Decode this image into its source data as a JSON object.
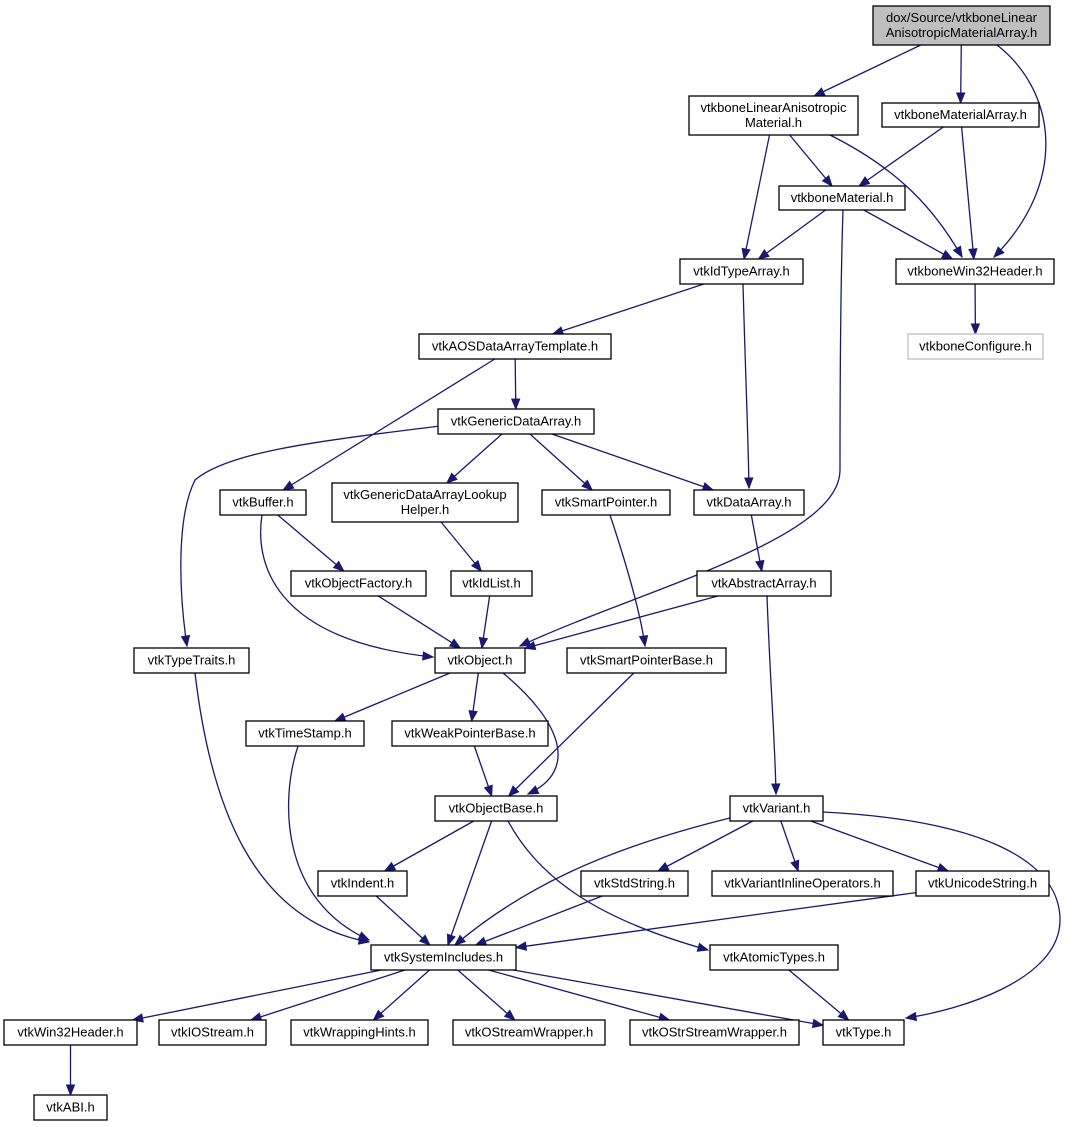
{
  "graph": {
    "title": "Include dependency graph",
    "nodes": [
      {
        "id": "root",
        "lines": [
          "dox/Source/vtkboneLinear",
          "AnisotropicMaterialArray.h"
        ],
        "kind": "root"
      },
      {
        "id": "vtkboneLinearAnisotropicMaterial",
        "lines": [
          "vtkboneLinearAnisotropic",
          "Material.h"
        ]
      },
      {
        "id": "vtkboneMaterialArray",
        "lines": [
          "vtkboneMaterialArray.h"
        ]
      },
      {
        "id": "vtkboneMaterial",
        "lines": [
          "vtkboneMaterial.h"
        ]
      },
      {
        "id": "vtkIdTypeArray",
        "lines": [
          "vtkIdTypeArray.h"
        ]
      },
      {
        "id": "vtkboneWin32Header",
        "lines": [
          "vtkboneWin32Header.h"
        ]
      },
      {
        "id": "vtkboneConfigure",
        "lines": [
          "vtkboneConfigure.h"
        ],
        "kind": "external"
      },
      {
        "id": "vtkAOSDataArrayTemplate",
        "lines": [
          "vtkAOSDataArrayTemplate.h"
        ]
      },
      {
        "id": "vtkGenericDataArray",
        "lines": [
          "vtkGenericDataArray.h"
        ]
      },
      {
        "id": "vtkBuffer",
        "lines": [
          "vtkBuffer.h"
        ]
      },
      {
        "id": "vtkGenericDataArrayLookupHelper",
        "lines": [
          "vtkGenericDataArrayLookup",
          "Helper.h"
        ]
      },
      {
        "id": "vtkSmartPointer",
        "lines": [
          "vtkSmartPointer.h"
        ]
      },
      {
        "id": "vtkDataArray",
        "lines": [
          "vtkDataArray.h"
        ]
      },
      {
        "id": "vtkObjectFactory",
        "lines": [
          "vtkObjectFactory.h"
        ]
      },
      {
        "id": "vtkIdList",
        "lines": [
          "vtkIdList.h"
        ]
      },
      {
        "id": "vtkAbstractArray",
        "lines": [
          "vtkAbstractArray.h"
        ]
      },
      {
        "id": "vtkTypeTraits",
        "lines": [
          "vtkTypeTraits.h"
        ]
      },
      {
        "id": "vtkObject",
        "lines": [
          "vtkObject.h"
        ]
      },
      {
        "id": "vtkSmartPointerBase",
        "lines": [
          "vtkSmartPointerBase.h"
        ]
      },
      {
        "id": "vtkTimeStamp",
        "lines": [
          "vtkTimeStamp.h"
        ]
      },
      {
        "id": "vtkWeakPointerBase",
        "lines": [
          "vtkWeakPointerBase.h"
        ]
      },
      {
        "id": "vtkObjectBase",
        "lines": [
          "vtkObjectBase.h"
        ]
      },
      {
        "id": "vtkVariant",
        "lines": [
          "vtkVariant.h"
        ]
      },
      {
        "id": "vtkIndent",
        "lines": [
          "vtkIndent.h"
        ]
      },
      {
        "id": "vtkStdString",
        "lines": [
          "vtkStdString.h"
        ]
      },
      {
        "id": "vtkVariantInlineOperators",
        "lines": [
          "vtkVariantInlineOperators.h"
        ]
      },
      {
        "id": "vtkUnicodeString",
        "lines": [
          "vtkUnicodeString.h"
        ]
      },
      {
        "id": "vtkSystemIncludes",
        "lines": [
          "vtkSystemIncludes.h"
        ]
      },
      {
        "id": "vtkAtomicTypes",
        "lines": [
          "vtkAtomicTypes.h"
        ]
      },
      {
        "id": "vtkWin32Header",
        "lines": [
          "vtkWin32Header.h"
        ]
      },
      {
        "id": "vtkIOStream",
        "lines": [
          "vtkIOStream.h"
        ]
      },
      {
        "id": "vtkWrappingHints",
        "lines": [
          "vtkWrappingHints.h"
        ]
      },
      {
        "id": "vtkOStreamWrapper",
        "lines": [
          "vtkOStreamWrapper.h"
        ]
      },
      {
        "id": "vtkOStrStreamWrapper",
        "lines": [
          "vtkOStrStreamWrapper.h"
        ]
      },
      {
        "id": "vtkType",
        "lines": [
          "vtkType.h"
        ]
      },
      {
        "id": "vtkABI",
        "lines": [
          "vtkABI.h"
        ]
      }
    ],
    "edges": [
      [
        "root",
        "vtkboneLinearAnisotropicMaterial"
      ],
      [
        "root",
        "vtkboneMaterialArray"
      ],
      [
        "root",
        "vtkboneWin32Header"
      ],
      [
        "vtkboneLinearAnisotropicMaterial",
        "vtkboneMaterial"
      ],
      [
        "vtkboneLinearAnisotropicMaterial",
        "vtkIdTypeArray"
      ],
      [
        "vtkboneLinearAnisotropicMaterial",
        "vtkboneWin32Header"
      ],
      [
        "vtkboneMaterialArray",
        "vtkboneMaterial"
      ],
      [
        "vtkboneMaterialArray",
        "vtkboneWin32Header"
      ],
      [
        "vtkboneMaterial",
        "vtkIdTypeArray"
      ],
      [
        "vtkboneMaterial",
        "vtkboneWin32Header"
      ],
      [
        "vtkboneMaterial",
        "vtkObject"
      ],
      [
        "vtkboneWin32Header",
        "vtkboneConfigure"
      ],
      [
        "vtkIdTypeArray",
        "vtkAOSDataArrayTemplate"
      ],
      [
        "vtkIdTypeArray",
        "vtkDataArray"
      ],
      [
        "vtkAOSDataArrayTemplate",
        "vtkGenericDataArray"
      ],
      [
        "vtkAOSDataArrayTemplate",
        "vtkBuffer"
      ],
      [
        "vtkGenericDataArray",
        "vtkGenericDataArrayLookupHelper"
      ],
      [
        "vtkGenericDataArray",
        "vtkSmartPointer"
      ],
      [
        "vtkGenericDataArray",
        "vtkDataArray"
      ],
      [
        "vtkGenericDataArray",
        "vtkTypeTraits"
      ],
      [
        "vtkBuffer",
        "vtkObjectFactory"
      ],
      [
        "vtkBuffer",
        "vtkObject"
      ],
      [
        "vtkGenericDataArrayLookupHelper",
        "vtkIdList"
      ],
      [
        "vtkSmartPointer",
        "vtkSmartPointerBase"
      ],
      [
        "vtkDataArray",
        "vtkAbstractArray"
      ],
      [
        "vtkObjectFactory",
        "vtkObject"
      ],
      [
        "vtkIdList",
        "vtkObject"
      ],
      [
        "vtkAbstractArray",
        "vtkObject"
      ],
      [
        "vtkAbstractArray",
        "vtkVariant"
      ],
      [
        "vtkTypeTraits",
        "vtkSystemIncludes"
      ],
      [
        "vtkObject",
        "vtkTimeStamp"
      ],
      [
        "vtkObject",
        "vtkWeakPointerBase"
      ],
      [
        "vtkObject",
        "vtkObjectBase"
      ],
      [
        "vtkSmartPointerBase",
        "vtkObjectBase"
      ],
      [
        "vtkTimeStamp",
        "vtkSystemIncludes"
      ],
      [
        "vtkWeakPointerBase",
        "vtkObjectBase"
      ],
      [
        "vtkObjectBase",
        "vtkIndent"
      ],
      [
        "vtkObjectBase",
        "vtkSystemIncludes"
      ],
      [
        "vtkObjectBase",
        "vtkAtomicTypes"
      ],
      [
        "vtkVariant",
        "vtkStdString"
      ],
      [
        "vtkVariant",
        "vtkVariantInlineOperators"
      ],
      [
        "vtkVariant",
        "vtkUnicodeString"
      ],
      [
        "vtkVariant",
        "vtkSystemIncludes"
      ],
      [
        "vtkVariant",
        "vtkType"
      ],
      [
        "vtkIndent",
        "vtkSystemIncludes"
      ],
      [
        "vtkStdString",
        "vtkSystemIncludes"
      ],
      [
        "vtkUnicodeString",
        "vtkSystemIncludes"
      ],
      [
        "vtkAtomicTypes",
        "vtkType"
      ],
      [
        "vtkSystemIncludes",
        "vtkWin32Header"
      ],
      [
        "vtkSystemIncludes",
        "vtkIOStream"
      ],
      [
        "vtkSystemIncludes",
        "vtkWrappingHints"
      ],
      [
        "vtkSystemIncludes",
        "vtkOStreamWrapper"
      ],
      [
        "vtkSystemIncludes",
        "vtkOStrStreamWrapper"
      ],
      [
        "vtkSystemIncludes",
        "vtkType"
      ],
      [
        "vtkWin32Header",
        "vtkABI"
      ]
    ]
  }
}
